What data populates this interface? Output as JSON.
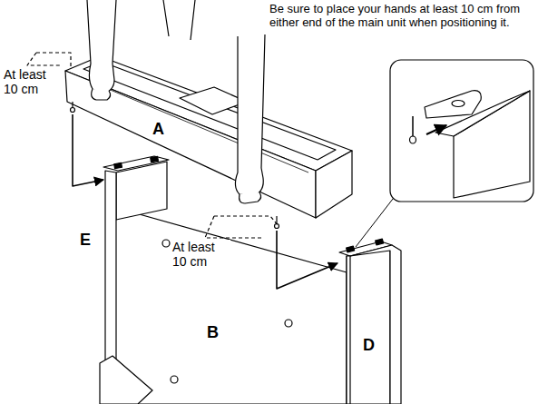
{
  "diagram": {
    "labels": [
      "Be sure to place your hands at least 10 cm from either end of the main unit when positioning it.",
      "At least 10 cm",
      "A",
      "At least 10 cm",
      "E",
      "B",
      "D"
    ]
  }
}
